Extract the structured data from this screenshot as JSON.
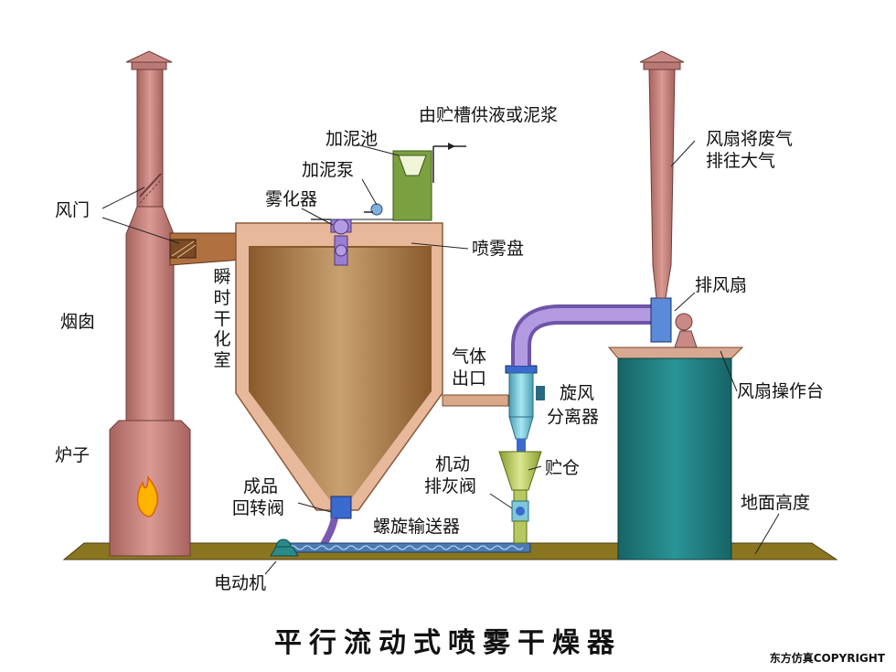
{
  "title": "平行流动式喷雾干燥器",
  "copyright": "东方仿真COPYRIGHT",
  "labels": {
    "supply": "由贮槽供液或泥浆",
    "mud_tank": "加泥池",
    "mud_pump": "加泥泵",
    "atomizer": "雾化器",
    "spray_disc": "喷雾盘",
    "damper": "风门",
    "chimney": "烟囱",
    "furnace": "炉子",
    "drying_chamber": "瞬时干化室",
    "gas_outlet_1": "气体",
    "gas_outlet_2": "出口",
    "cyclone_1": "旋风",
    "cyclone_2": "分离器",
    "hopper": "贮仓",
    "ash_valve_1": "机动",
    "ash_valve_2": "排灰阀",
    "product_valve_1": "成品",
    "product_valve_2": "回转阀",
    "screw_conveyor": "螺旋输送器",
    "motor": "电动机",
    "exhaust_fan": "排风扇",
    "fan_exhaust_1": "风扇将废气",
    "fan_exhaust_2": "排往大气",
    "fan_platform": "风扇操作台",
    "ground_level": "地面高度"
  },
  "colors": {
    "chimney": "#c98a85",
    "chamber_frame": "#e8b89a",
    "chamber_inner": "#b7854f",
    "duct": "#a86a3c",
    "pipe": "#9a7fd0",
    "cyclone": "#7fc8d8",
    "hopper": "#b8c860",
    "platform": "#1f7f80",
    "ground": "#8a7620",
    "fire": "#ffb400"
  }
}
